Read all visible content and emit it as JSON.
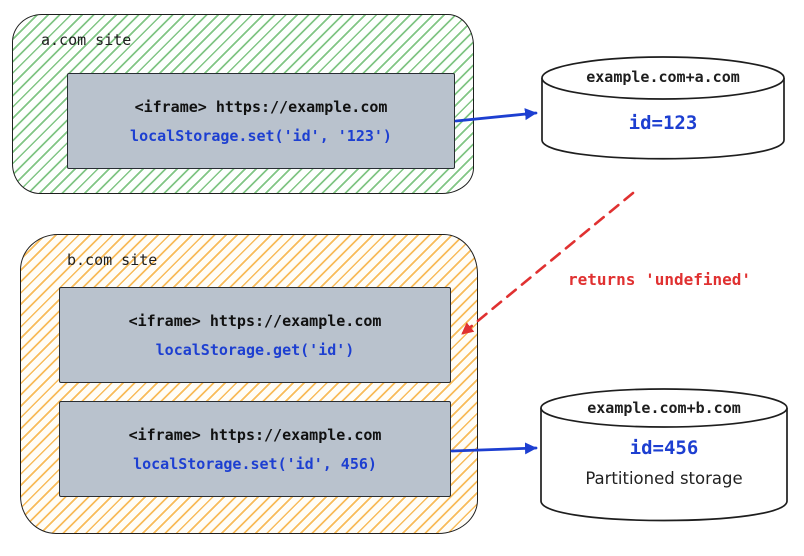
{
  "colors": {
    "blue": "#1d3fd1",
    "red": "#e03131",
    "ink": "#1e1e1e",
    "green_hatch": "#57b25c",
    "orange_hatch": "#f6ab32",
    "iframe_fill": "#b9c2cd"
  },
  "a_site": {
    "label": "a.com site",
    "iframe": {
      "line1": "<iframe> https://example.com",
      "line2": "localStorage.set('id', '123')"
    }
  },
  "b_site": {
    "label": "b.com site",
    "iframe_get": {
      "line1": "<iframe> https://example.com",
      "line2": "localStorage.get('id')"
    },
    "iframe_set": {
      "line1": "<iframe> https://example.com",
      "line2": "localStorage.set('id', 456)"
    }
  },
  "storage_a": {
    "title": "example.com+a.com",
    "value": "id=123"
  },
  "storage_b": {
    "title": "example.com+b.com",
    "value": "id=456",
    "caption": "Partitioned storage"
  },
  "annotations": {
    "returns_label": "returns 'undefined'"
  }
}
